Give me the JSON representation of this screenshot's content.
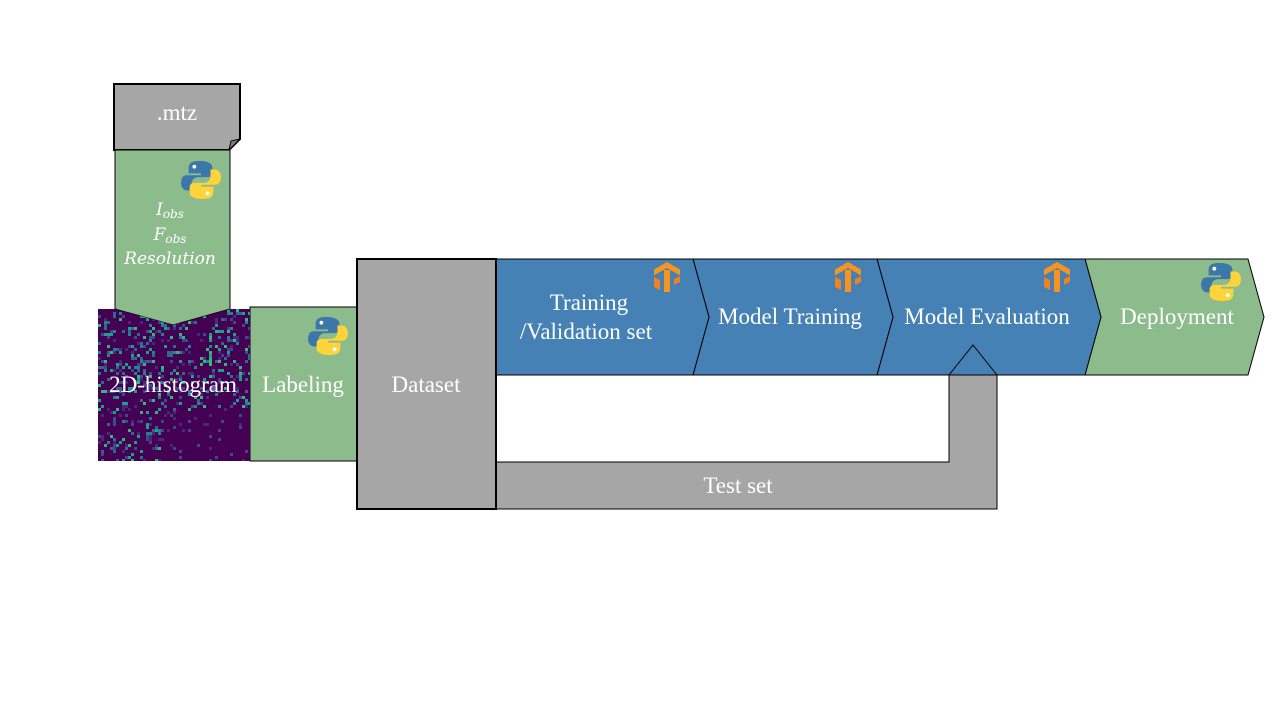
{
  "diagram": {
    "mtz_label": ".mtz",
    "features": [
      {
        "main": "I",
        "sub": "obs"
      },
      {
        "main": "F",
        "sub": "obs"
      },
      {
        "main": "Resolution",
        "sub": ""
      }
    ],
    "histogram_label": "2D-histogram",
    "labeling_label": "Labeling",
    "dataset_label": "Dataset",
    "training_label_line1": "Training",
    "training_label_line2": "/Validation set",
    "model_training_label": "Model Training",
    "model_evaluation_label": "Model Evaluation",
    "deployment_label": "Deployment",
    "test_set_label": "Test set",
    "icons": [
      "python-icon",
      "tensorflow-icon"
    ],
    "colors": {
      "green": "#8cbb8c",
      "blue": "#4581b5",
      "gray": "#a6a6a6",
      "histogram_bg": "#440154",
      "tensorflow_orange": "#f7931e",
      "python_blue": "#3b77a8",
      "python_yellow": "#ffd43b"
    }
  }
}
